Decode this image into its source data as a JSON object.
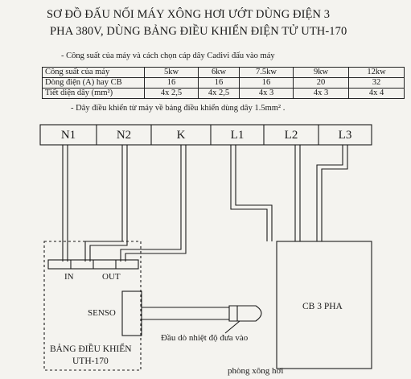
{
  "title": {
    "line1": "SƠ ĐỒ ĐẤU NỐI MÁY XÔNG HƠI ƯỚT DÙNG ĐIỆN 3",
    "line2": "PHA 380V, DÙNG BẢNG ĐIỀU KHIỂN ĐIỆN TỬ UTH-170"
  },
  "notes": {
    "cable_note": "-  Công suất của máy và cách chọn cáp dây Cadivi đấu vào máy",
    "control_note": "-  Dây điều khiển từ máy về bảng điều khiển dùng dây 1.5mm² ."
  },
  "table": {
    "rows": [
      {
        "label": "Công suất của máy",
        "values": [
          "5kw",
          "6kw",
          "7.5kw",
          "9kw",
          "12kw"
        ]
      },
      {
        "label": "Dòng điện (A) hay CB",
        "values": [
          "16",
          "16",
          "16",
          "20",
          "32"
        ]
      },
      {
        "label": "Tiết diện dây (mm²)",
        "values": [
          "4x 2,5",
          "4x 2,5",
          "4x 3",
          "4x 3",
          "4x 4"
        ]
      }
    ]
  },
  "terminal_block": {
    "terminals": [
      "N1",
      "N2",
      "K",
      "L1",
      "L2",
      "L3"
    ]
  },
  "control_board": {
    "in_label": "IN",
    "out_label": "OUT",
    "sensor_label": "SENSO",
    "name_line1": "BẢNG ĐIỀU KHIỂN",
    "name_line2": "UTH-170"
  },
  "breaker": {
    "label": "CB 3 PHA"
  },
  "probe": {
    "caption_line1": "Đầu dò nhiệt độ đưa vào",
    "caption_line2": "phòng xông hơi"
  }
}
